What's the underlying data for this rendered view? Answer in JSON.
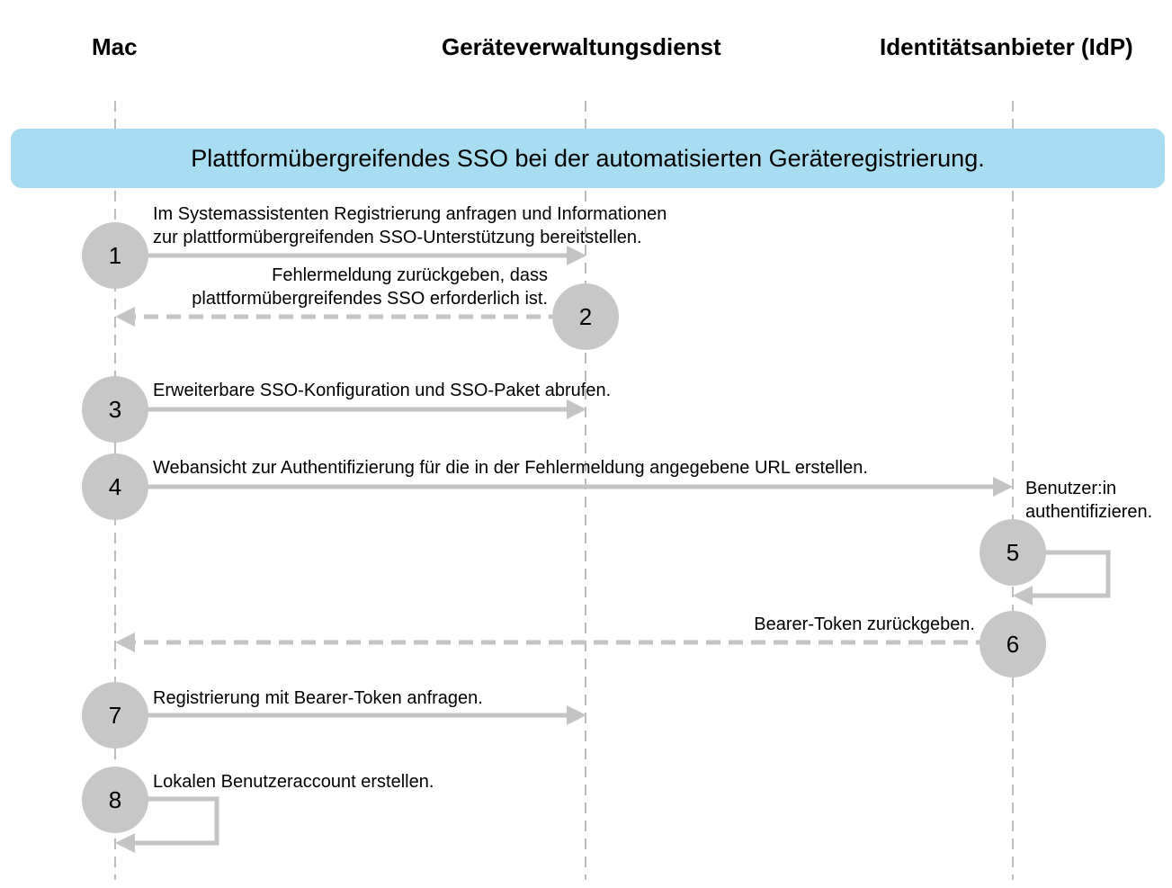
{
  "actors": {
    "mac": "Mac",
    "device_management": "Geräteverwaltungsdienst",
    "idp": "Identitätsanbieter (IdP)"
  },
  "banner": {
    "title": "Plattformübergreifendes SSO bei der automatisierten Geräteregistrierung."
  },
  "steps": [
    {
      "number": "1",
      "from": "mac",
      "to": "device_management",
      "style": "solid",
      "lines": [
        "Im Systemassistenten Registrierung anfragen und Informationen",
        "zur plattformübergreifenden SSO-Unterstützung bereitstellen."
      ]
    },
    {
      "number": "2",
      "from": "device_management",
      "to": "mac",
      "style": "dashed",
      "lines": [
        "Fehlermeldung zurückgeben, dass",
        "plattformübergreifendes SSO erforderlich ist."
      ]
    },
    {
      "number": "3",
      "from": "mac",
      "to": "device_management",
      "style": "solid",
      "lines": [
        "Erweiterbare SSO-Konfiguration und SSO-Paket abrufen."
      ]
    },
    {
      "number": "4",
      "from": "mac",
      "to": "idp",
      "style": "solid",
      "lines": [
        "Webansicht zur Authentifizierung für die in der Fehlermeldung angegebene URL erstellen."
      ]
    },
    {
      "number": "5",
      "from": "idp",
      "to": "idp",
      "style": "self",
      "lines": [
        "Benutzer:in",
        "authentifizieren."
      ]
    },
    {
      "number": "6",
      "from": "idp",
      "to": "mac",
      "style": "dashed",
      "lines": [
        "Bearer-Token zurückgeben."
      ]
    },
    {
      "number": "7",
      "from": "mac",
      "to": "device_management",
      "style": "solid",
      "lines": [
        "Registrierung mit Bearer-Token anfragen."
      ]
    },
    {
      "number": "8",
      "from": "mac",
      "to": "mac",
      "style": "self",
      "lines": [
        "Lokalen Benutzeraccount erstellen."
      ]
    }
  ],
  "colors": {
    "banner": "#a8dcf0",
    "circle": "#c7c7c7",
    "arrow": "#c4c4c4",
    "lifeline": "#bdbdbd"
  }
}
